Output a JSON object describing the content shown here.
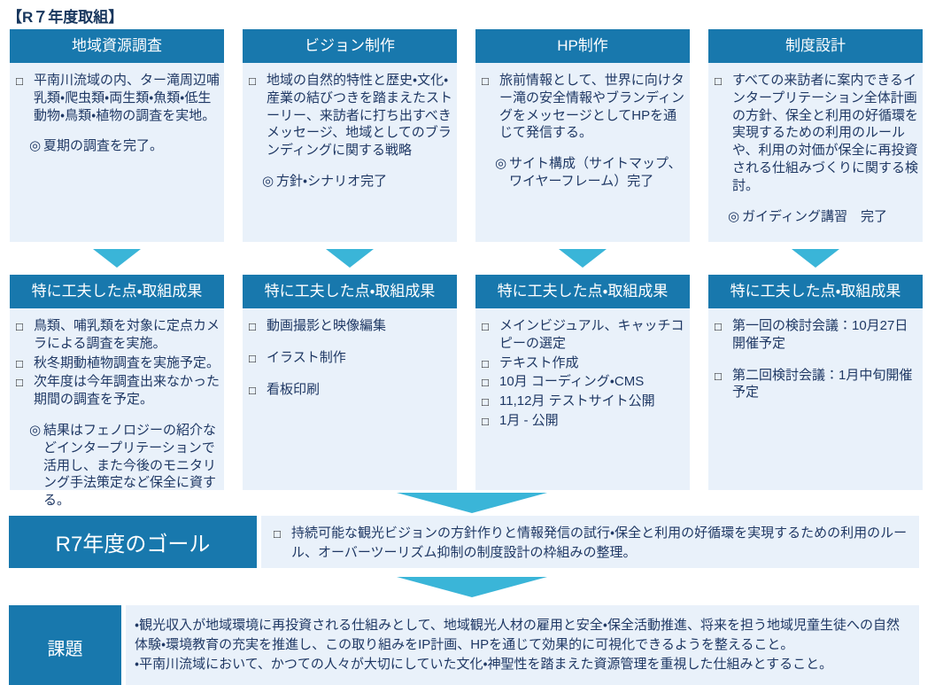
{
  "page_title": "【R７年度取組】",
  "glyphs": {
    "checkbox": "□",
    "note": "◎"
  },
  "colors": {
    "header_blue": "#1878ad",
    "light_panel": "#e9f1fa",
    "arrow_cyan": "#3ab5d8",
    "title_text": "#17365d",
    "body_text": "#1f3864"
  },
  "columns": [
    {
      "header": "地域資源調査",
      "item": "平南川流域の内、ター滝周辺哺乳類・爬虫類・両生類・魚類・低生動物・鳥類・植物の調査を実地。",
      "note": "夏期の調査を完了。",
      "results_header": "特に工夫した点・取組成果",
      "results": [
        "鳥類、哺乳類を対象に定点カメラによる調査を実施。",
        "秋冬期動植物調査を実施予定。",
        "次年度は今年調査出来なかった期間の調査を予定。"
      ],
      "results_note": "結果はフェノロジーの紹介などインタープリテーションで活用し、また今後のモニタリング手法策定など保全に資する。"
    },
    {
      "header": "ビジョン制作",
      "item": "地域の自然的特性と歴史・文化・産業の結びつきを踏まえたストーリー、来訪者に打ち出すべきメッセージ、地域としてのブランディングに関する戦略",
      "note": "方針・シナリオ完了",
      "results_header": "特に工夫した点・取組成果",
      "results": [
        "動画撮影と映像編集",
        "イラスト制作",
        "看板印刷"
      ],
      "results_note": ""
    },
    {
      "header": "HP制作",
      "item": "旅前情報として、世界に向けター滝の安全情報やブランディングをメッセージとしてHPを通じて発信する。",
      "note": "サイト構成（サイトマップ、ワイヤーフレーム）完了",
      "results_header": "特に工夫した点・取組成果",
      "results": [
        "メインビジュアル、キャッチコピーの選定",
        "テキスト作成",
        "10月 コーディング・CMS",
        "11,12月 テストサイト公開",
        "1月 - 公開"
      ],
      "results_note": ""
    },
    {
      "header": "制度設計",
      "item": "すべての来訪者に案内できるインタープリテーション全体計画の方針、保全と利用の好循環を実現するための利用のルールや、利用の対価が保全に再投資される仕組みづくりに関する検討。",
      "note": "ガイディング講習　完了",
      "results_header": "特に工夫した点・取組成果",
      "results": [
        "第一回の検討会議：10月27日開催予定",
        "第二回検討会議：1月中旬開催予定"
      ],
      "results_note": ""
    }
  ],
  "goal": {
    "label": "R7年度のゴール",
    "text": "持続可能な観光ビジョンの方針作りと情報発信の試行・保全と利用の好循環を実現するための利用のルール、オーバーツーリズム抑制の制度設計の枠組みの整理。"
  },
  "issues": {
    "label": "課題",
    "paragraphs": [
      "・観光収入が地域環境に再投資される仕組みとして、地域観光人材の雇用と安全・保全活動推進、将来を担う地域児童生徒への自然体験・環境教育の充実を推進し、この取り組みをIP計画、HPを通じて効果的に可視化できるようを整えること。",
      "・平南川流域において、かつての人々が大切にしていた文化・神聖性を踏まえた資源管理を重視した仕組みとすること。"
    ]
  }
}
